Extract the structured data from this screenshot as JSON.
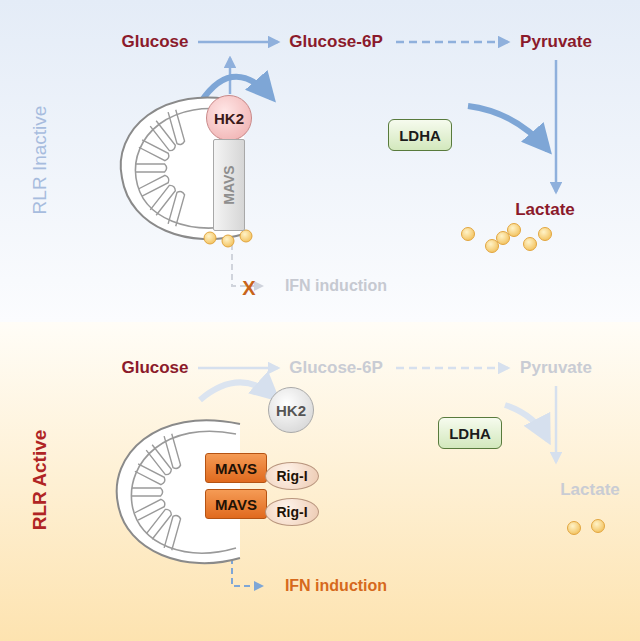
{
  "diagram": {
    "nodes": [
      {
        "text": [
          "HK2"
        ]
      },
      {
        "text": [
          "MAVS"
        ]
      },
      {
        "text": [
          "LDHA"
        ]
      },
      {
        "text": [
          "HK2"
        ]
      },
      {
        "text": [
          "MAVS"
        ]
      },
      {
        "text": [
          "Rig-I"
        ]
      },
      {
        "text": [
          "MAVS"
        ]
      },
      {
        "text": [
          "Rig-I"
        ]
      },
      {
        "text": [
          "LDHA"
        ]
      }
    ],
    "labels": [
      "RLR Inactive",
      "Glucose",
      "Glucose-6P",
      "Pyruvate",
      "Lactate",
      "IFN induction",
      "X",
      "RLR Active",
      "Glucose",
      "Glucose-6P",
      "Pyruvate",
      "Lactate",
      "IFN induction"
    ]
  }
}
